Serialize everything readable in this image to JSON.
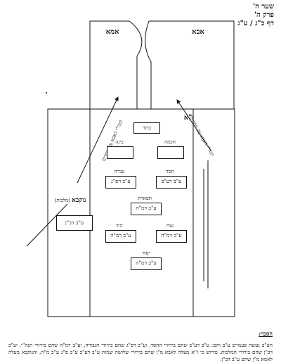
{
  "header": {
    "line1": "שער ה'",
    "line2": "פרק ה'",
    "line3": "דף כ\"ג / ע\"ג"
  },
  "diagram": {
    "ima": "אמא",
    "abba": "אבא",
    "za": "ז\"א",
    "nukva": "נוקבא",
    "nukva_sub": "(מלכות)",
    "left_arrow": "הנה\"י דאבא עם חסדים",
    "right_arrow": "הנה\"י דאבא עם חסדים",
    "keter": "כתר",
    "chochma": "חכמה",
    "bina": "בינה",
    "chesed_label": "חסד",
    "chesed_box": "ע\"ב דע\"ב",
    "gevura_label": "גבורה",
    "gevura_box": "ע\"ב דס\"ג",
    "tiferet_label": "תפארת",
    "tiferet_box": "ע\"ב דמ\"ה",
    "netzach_label": "נצח",
    "netzach_box": "ע\"ב דמ\"ה",
    "hod_label": "הוד",
    "hod_box": "ע\"ב דמ\"ה",
    "yesod_label": "יסוד",
    "yesod_box": "ע\"ב דמ\"ה",
    "nukva_box": "ע\"ב דב\"ן"
  },
  "footer": {
    "title": "הסבר:",
    "text": "הע\"ב נעשה פעמיים ע\"ב והם: ע\"ב דע\"ב שהם בירורי החסד, וע\"ב דס\"ג שהם בירורי הגבורה, וע\"ב דמ\"ה שהם בירורי תנה\"י, וע\"ב דב\"ן שהם בירורי המלכות. פירוש כי ז\"א מעלה לאבא מ\"ן שהם בירורי שלושה שמות ע\"ב דע\"ב ע\"ב ס\"ג ע\"ב מ\"ה, והנוקבא מעלה לאמא מ\"ן שהם ע\"ב דב\"ן."
  }
}
